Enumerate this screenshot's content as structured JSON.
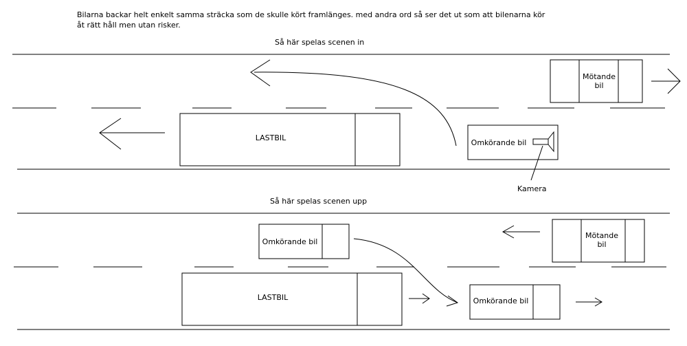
{
  "description": {
    "line1": "Bilarna backar helt enkelt samma sträcka som de skulle kört framlänges. med andra ord så ser det ut som att bilenarna kör",
    "line2": "åt rätt håll men utan risker."
  },
  "scene_in": {
    "title": "Så här spelas scenen in",
    "truck": "LASTBIL",
    "passing_car": "Omkörande bil",
    "oncoming_car": [
      "Mötande",
      "bil"
    ],
    "camera": "Kamera"
  },
  "scene_up": {
    "title": "Så här spelas scenen upp",
    "truck": "LASTBIL",
    "passing_car_start": "Omkörande bil",
    "passing_car_end": "Omkörande bil",
    "oncoming_car": [
      "Mötande",
      "bil"
    ]
  }
}
